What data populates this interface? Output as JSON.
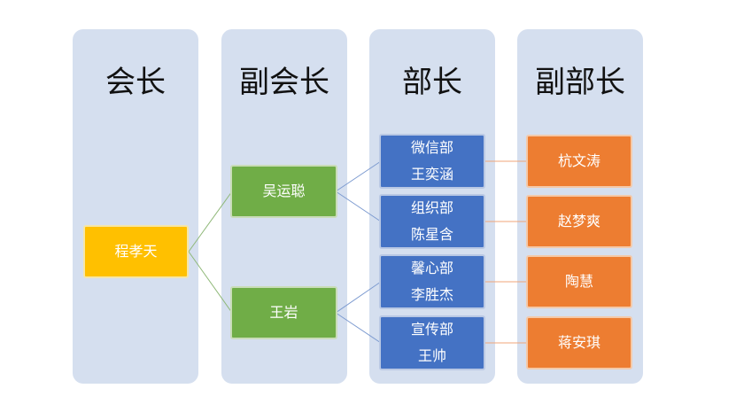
{
  "columns": [
    {
      "title": "会长"
    },
    {
      "title": "副会长"
    },
    {
      "title": "部长"
    },
    {
      "title": "副部长"
    }
  ],
  "president": {
    "name": "程孝天"
  },
  "vice_presidents": [
    {
      "name": "吴运聪"
    },
    {
      "name": "王岩"
    }
  ],
  "departments": [
    {
      "dept": "微信部",
      "head": "王奕涵",
      "deputy": "杭文涛"
    },
    {
      "dept": "组织部",
      "head": "陈星含",
      "deputy": "赵梦爽"
    },
    {
      "dept": "馨心部",
      "head": "李胜杰",
      "deputy": "陶慧"
    },
    {
      "dept": "宣传部",
      "head": "王帅",
      "deputy": "蒋安琪"
    }
  ],
  "colors": {
    "column_bg": "#d5dfef",
    "president": "#ffc000",
    "vice_president": "#70ad47",
    "department": "#4472c4",
    "deputy": "#ed7d31"
  }
}
